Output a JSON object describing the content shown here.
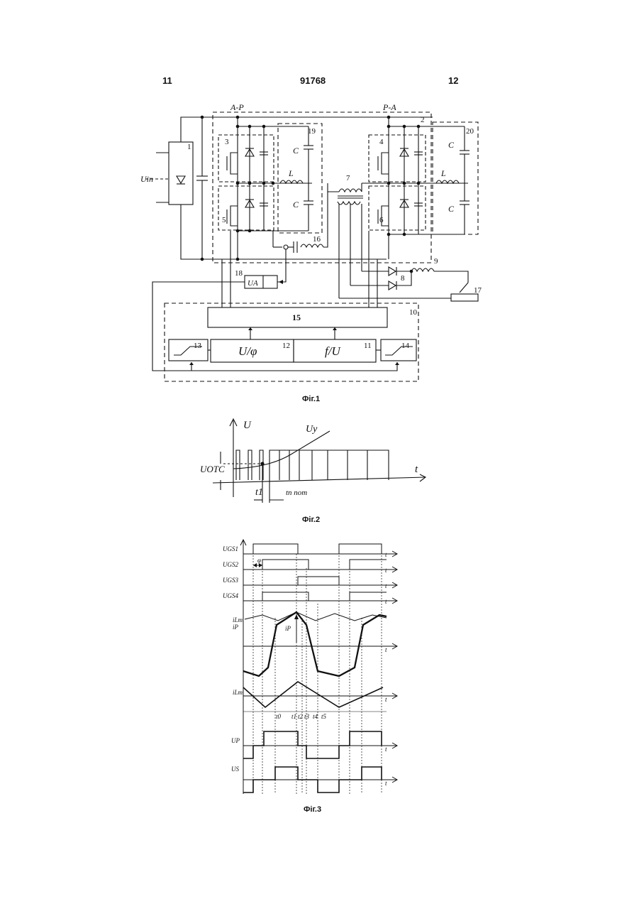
{
  "header": {
    "left": "11",
    "center": "91768",
    "right": "12"
  },
  "fig1": {
    "caption": "Фіг.1",
    "labels": {
      "ap": "A-P",
      "pa": "P-A",
      "uin": "Uin",
      "n1": "1",
      "n2": "2",
      "n3": "3",
      "n4": "4",
      "n5": "5",
      "n6": "6",
      "n7": "7",
      "n8": "8",
      "n9": "9",
      "n10": "10",
      "n11": "11",
      "n12": "12",
      "n13": "13",
      "n14": "14",
      "n15": "15",
      "n16": "16",
      "n17": "17",
      "n18": "18",
      "n19": "19",
      "n20": "20",
      "c": "C",
      "l": "L",
      "ua": "UA",
      "u_phi": "U/φ",
      "f_u": "f/U"
    }
  },
  "fig2": {
    "caption": "Фіг.2",
    "labels": {
      "u": "U",
      "uy": "Uy",
      "uotc": "UOTC",
      "t": "t",
      "t1": "t1",
      "tnom": "tп пот"
    }
  },
  "fig3": {
    "caption": "Фіг.3",
    "labels": {
      "ugs1": "UGS1",
      "ugs2": "UGS2",
      "ugs3": "UGS3",
      "ugs4": "UGS4",
      "ilm": "iLm",
      "ip": "iP",
      "ip2": "iP",
      "ilm2": "iLm",
      "up": "UP",
      "us": "US",
      "phi": "φ",
      "t": "t",
      "t0": "t0",
      "t1": "t1",
      "t2": "t2",
      "t3": "t3",
      "t4": "t4",
      "t5": "t5"
    }
  }
}
